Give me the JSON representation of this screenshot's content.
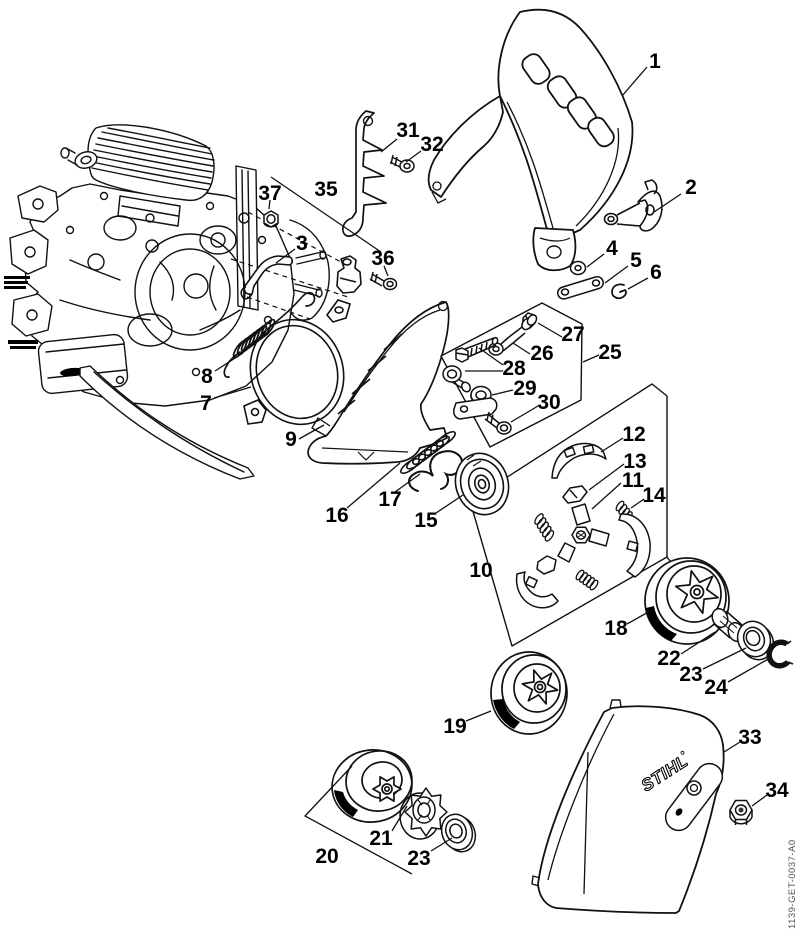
{
  "diagram": {
    "brand": "STIHL",
    "doc_number": "1139-GET-0037-A0",
    "callouts": [
      "1",
      "2",
      "31",
      "32",
      "35",
      "37",
      "3",
      "36",
      "4",
      "5",
      "6",
      "27",
      "26",
      "25",
      "28",
      "29",
      "30",
      "8",
      "7",
      "9",
      "12",
      "13",
      "11",
      "14",
      "17",
      "16",
      "15",
      "10",
      "18",
      "22",
      "23",
      "24",
      "19",
      "33",
      "34",
      "21",
      "20",
      "23"
    ]
  }
}
